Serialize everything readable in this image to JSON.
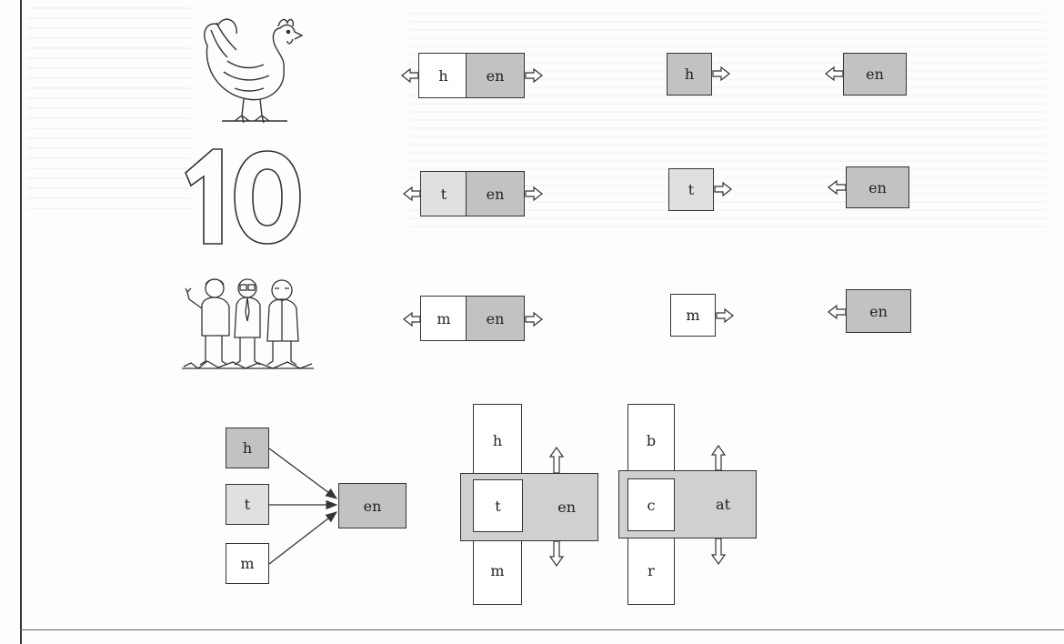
{
  "rows": [
    {
      "word": [
        "h",
        "en"
      ],
      "onset": "h",
      "rime": "en",
      "picture": "hen-icon"
    },
    {
      "word": [
        "t",
        "en"
      ],
      "onset": "t",
      "rime": "en",
      "picture": "ten-numeral-icon",
      "numeral": "10"
    },
    {
      "word": [
        "m",
        "en"
      ],
      "onset": "m",
      "rime": "en",
      "picture": "men-icon"
    }
  ],
  "fan": {
    "onsets": [
      "h",
      "t",
      "m"
    ],
    "rime": "en"
  },
  "slider_en": {
    "top": "h",
    "center": "t",
    "rime": "en",
    "bottom": "m"
  },
  "slider_at": {
    "top": "b",
    "center": "c",
    "rime": "at",
    "bottom": "r"
  }
}
